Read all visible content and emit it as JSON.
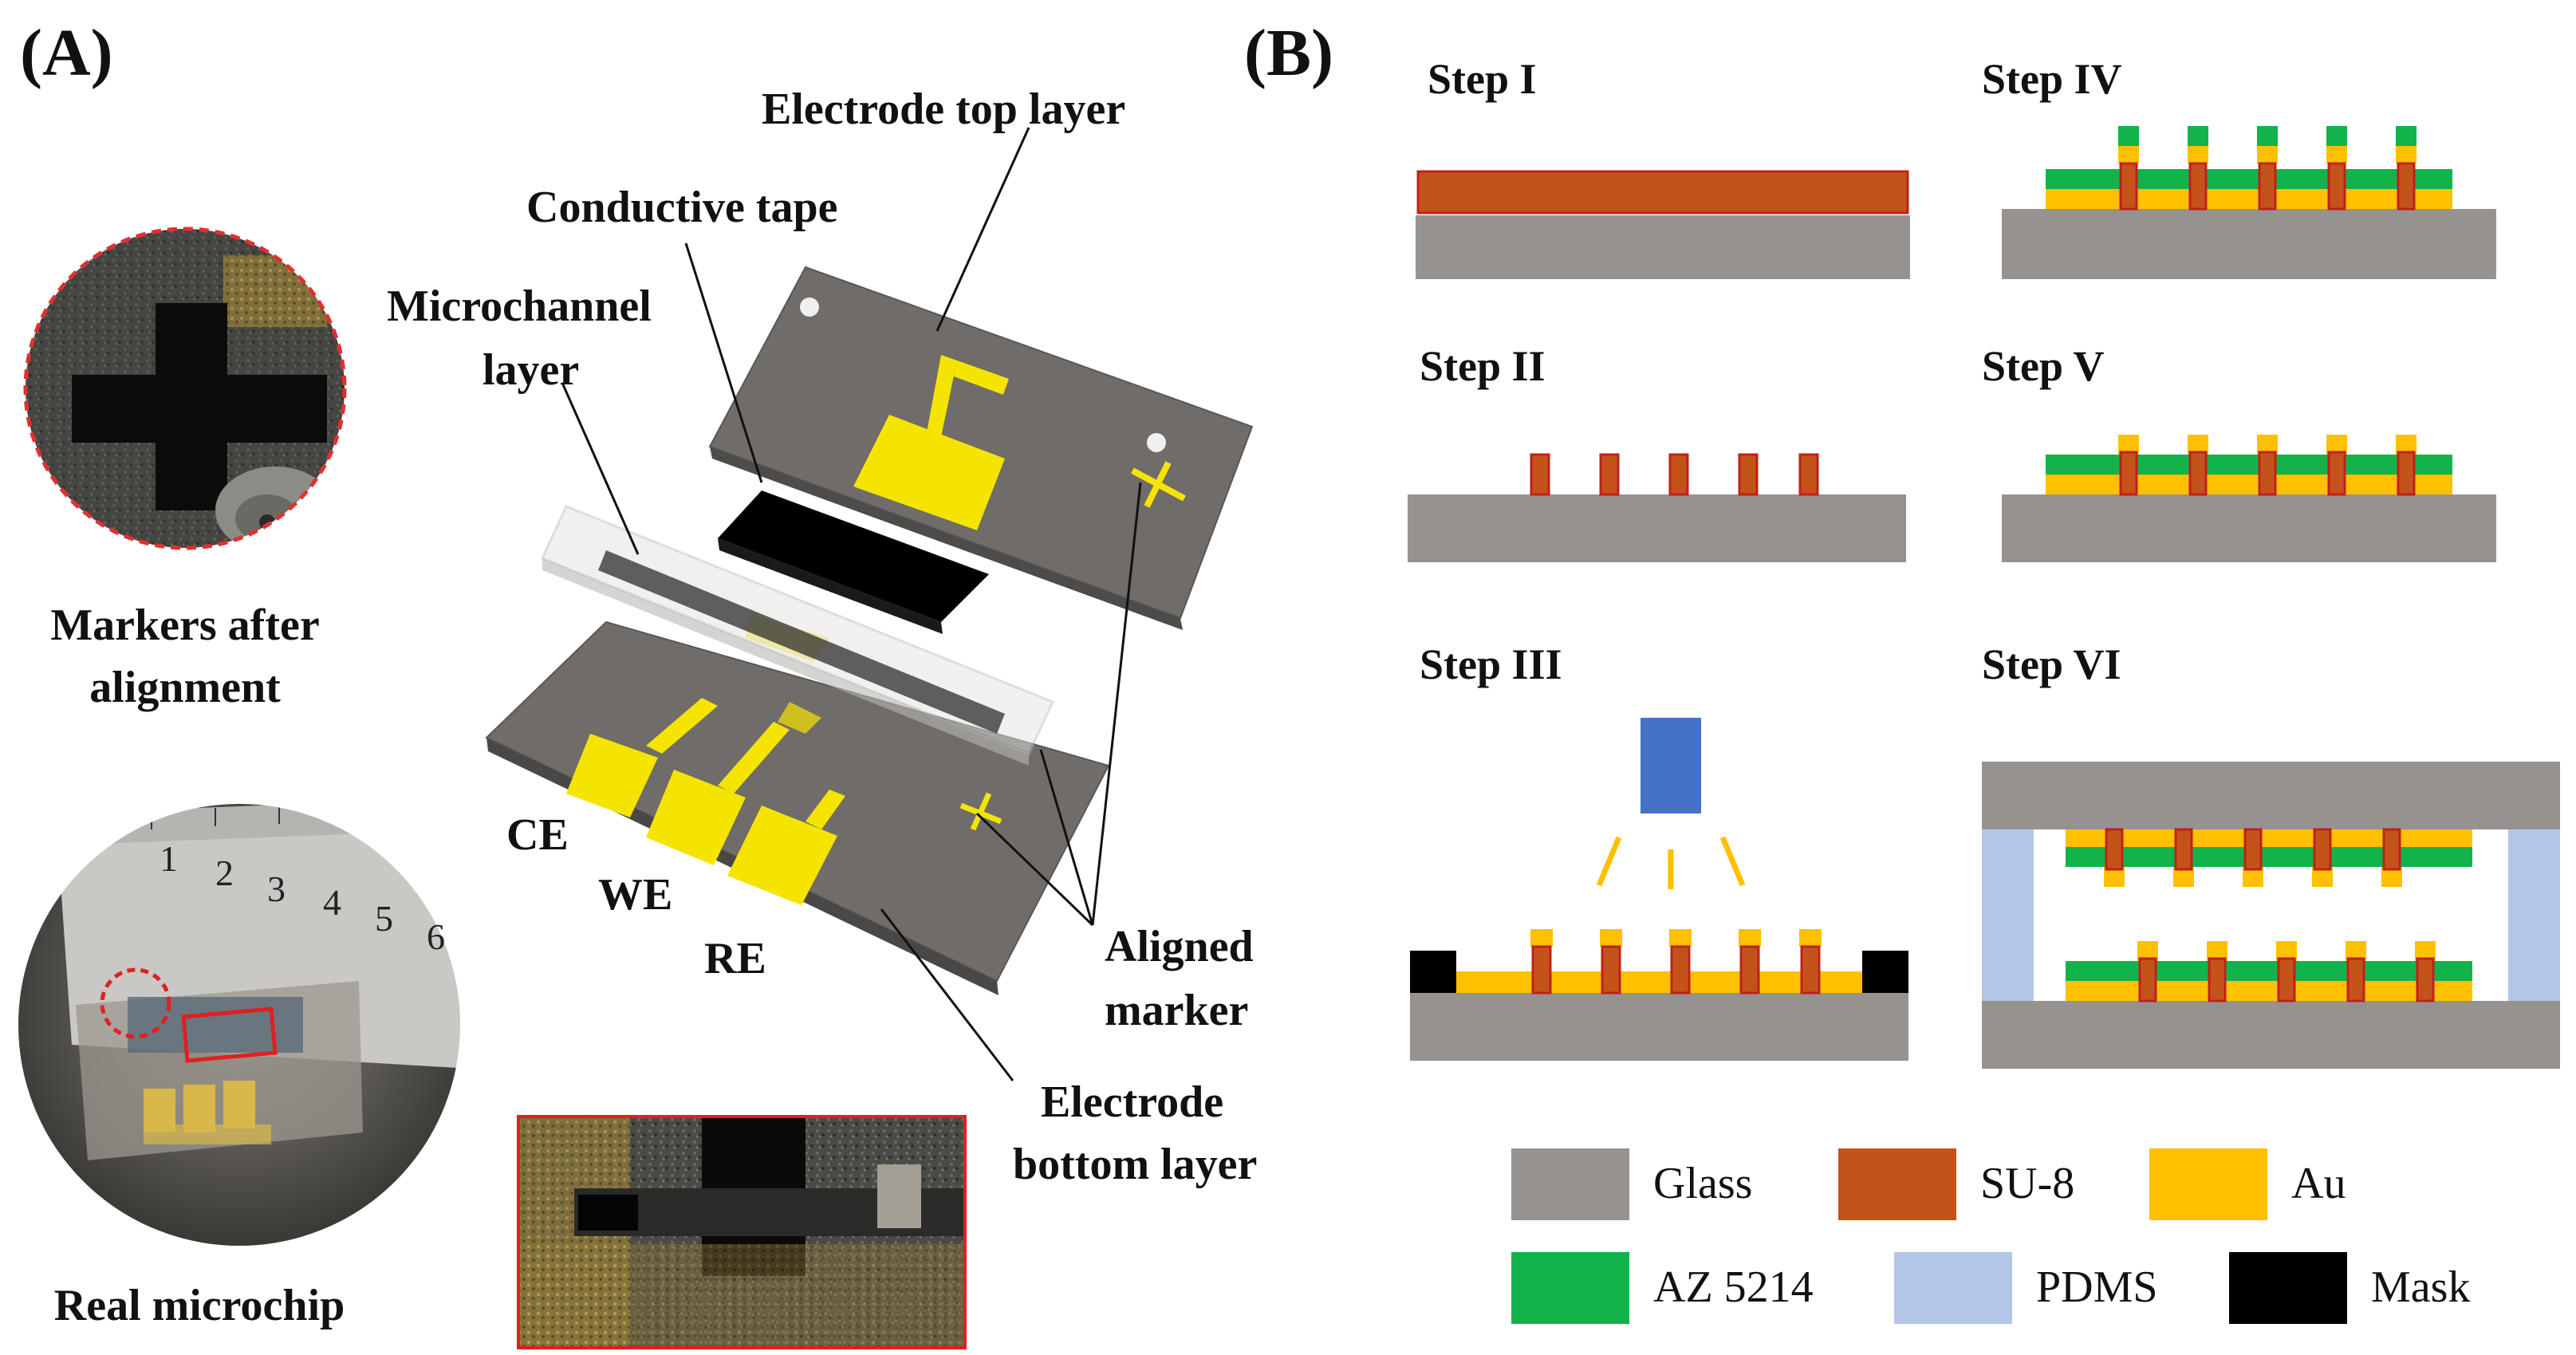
{
  "panelA": {
    "letter": "(A)",
    "photo_markers_caption_line1": "Markers after",
    "photo_markers_caption_line2": "alignment",
    "photo_microchip_caption": "Real microchip",
    "ruler_numbers": [
      "1",
      "2",
      "3",
      "4",
      "5",
      "6"
    ],
    "layer_labels": {
      "electrode_top": "Electrode top layer",
      "conductive_tape": "Conductive tape",
      "microchannel_line1": "Microchannel",
      "microchannel_line2": "layer",
      "aligned_marker_line1": "Aligned",
      "aligned_marker_line2": "marker",
      "electrode_bottom_line1": "Electrode",
      "electrode_bottom_line2": "bottom layer"
    },
    "electrode_labels": {
      "ce": "CE",
      "we": "WE",
      "re": "RE"
    }
  },
  "panelB": {
    "letter": "(B)",
    "steps": {
      "s1": "Step I",
      "s2": "Step II",
      "s3": "Step III",
      "s4": "Step IV",
      "s5": "Step V",
      "s6": "Step VI"
    },
    "legend": [
      {
        "label": "Glass",
        "color": "#969290"
      },
      {
        "label": "SU-8",
        "color": "#c4531a"
      },
      {
        "label": "Au",
        "color": "#ffc000"
      },
      {
        "label": "AZ 5214",
        "color": "#11b34a"
      },
      {
        "label": "PDMS",
        "color": "#b3c6e7"
      },
      {
        "label": "Mask",
        "color": "#000000"
      }
    ]
  },
  "colors": {
    "glass": "#969290",
    "su8": "#c4531a",
    "su8_edge": "#c0201a",
    "au": "#ffc000",
    "az": "#11b34a",
    "pdms": "#b3c6e7",
    "mask": "#000000",
    "uv_source": "#4472c4",
    "chip_gray": "#6f6c6a",
    "electrode_yellow": "#f5e400"
  }
}
